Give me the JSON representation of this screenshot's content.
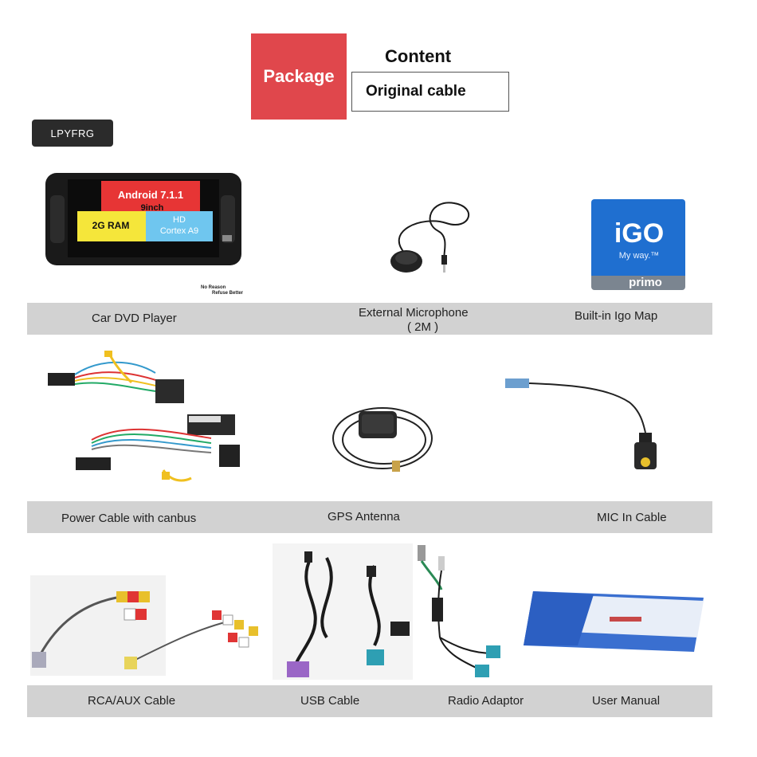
{
  "header": {
    "package_label": "Package",
    "content_title": "Content",
    "content_value": "Original cable"
  },
  "brand": "LPYFRG",
  "player_screen": {
    "os": "Android 7.1.1",
    "size": "9inch",
    "ram": "2G RAM",
    "hd": "HD",
    "cpu": "Cortex A9"
  },
  "small_print": [
    "No Reason",
    "Refuse Better"
  ],
  "igo": {
    "logo": "iGO",
    "tagline": "My way.™",
    "edition": "primo"
  },
  "items": [
    {
      "label": "Car DVD Player"
    },
    {
      "label": "External Microphone",
      "sub": "( 2M )"
    },
    {
      "label": "Built-in Igo Map"
    },
    {
      "label": "Power Cable with canbus"
    },
    {
      "label": "GPS Antenna"
    },
    {
      "label": "MIC In Cable"
    },
    {
      "label": "RCA/AUX Cable"
    },
    {
      "label": "USB Cable"
    },
    {
      "label": "Radio Adaptor"
    },
    {
      "label": "User Manual"
    }
  ],
  "colors": {
    "badge": "#e0474c",
    "band": "#d2d2d2",
    "brand_bg": "#2b2b2b",
    "igo_blue": "#1f6fd0"
  }
}
